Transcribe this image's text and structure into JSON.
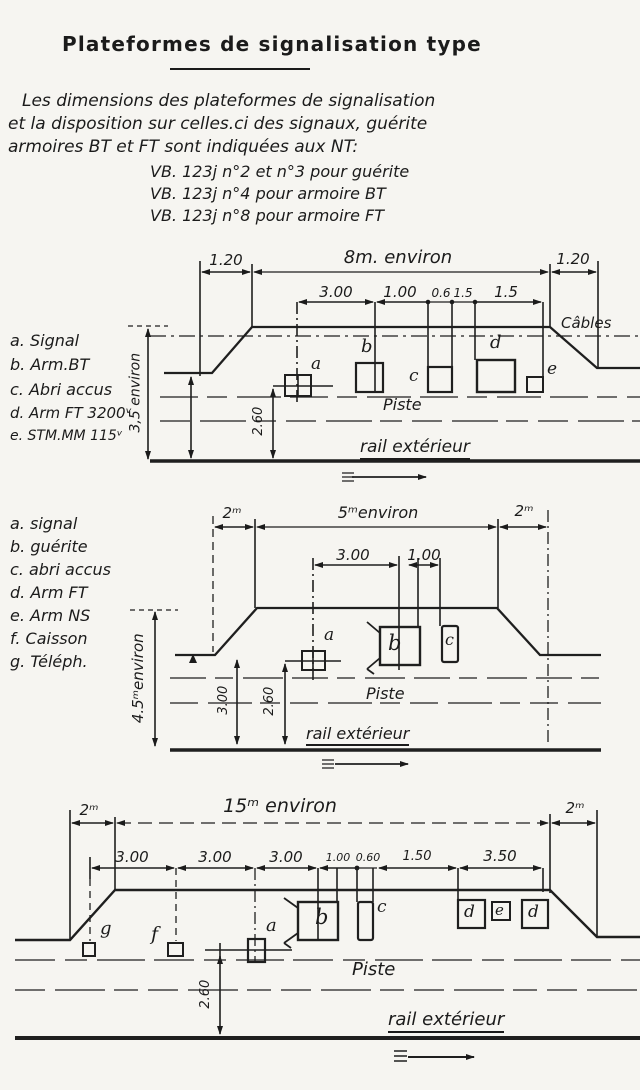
{
  "title": "Plateformes de signalisation type",
  "intro": {
    "line1": "Les dimensions des plateformes de signalisation",
    "line2": "et la disposition sur celles.ci des signaux, guérite",
    "line3": "armoires BT et FT sont indiquées aux NT:",
    "ref1": "VB. 123j n°2 et n°3 pour guérite",
    "ref2": "VB. 123j n°4 pour armoire BT",
    "ref3": "VB. 123j n°8 pour armoire FT"
  },
  "d1": {
    "dim_left_margin": "1.20",
    "dim_width": "8m. environ",
    "dim_right_margin": "1.20",
    "row2": [
      "3.00",
      "1.00",
      "0.6",
      "1.5",
      "1.5"
    ],
    "cables": "Câbles",
    "legend": [
      "a. Signal",
      "b. Arm.BT",
      "c. Abri accus",
      "d. Arm FT 3200ᵛ",
      "e. STM.MM 115ᵛ"
    ],
    "height": "3,5 environ",
    "clearance": "2.60",
    "piste": "Piste",
    "rail": "rail extérieur",
    "boxes": [
      "a",
      "b",
      "c",
      "d",
      "e"
    ]
  },
  "d2": {
    "dim_left_margin": "2ᵐ",
    "dim_width": "5ᵐenviron",
    "dim_right_margin": "2ᵐ",
    "row2": [
      "3.00",
      "1.00"
    ],
    "legend": [
      "a. signal",
      "b. guérite",
      "c. abri accus",
      "d. Arm FT",
      "e. Arm NS",
      "f. Caisson",
      "g. Téléph."
    ],
    "height": "4.5ᵐenviron",
    "v1": "3.00",
    "clearance": "2.60",
    "piste": "Piste",
    "rail": "rail extérieur",
    "boxes": [
      "a",
      "b",
      "c"
    ]
  },
  "d3": {
    "dim_left_margin": "2ᵐ",
    "dim_width": "15ᵐ environ",
    "dim_right_margin": "2ᵐ",
    "row2": [
      "3.00",
      "3.00",
      "3.00",
      "1.00",
      "0.60",
      "1.50",
      "3.50"
    ],
    "clearance": "2.60",
    "piste": "Piste",
    "rail": "rail extérieur",
    "boxes": [
      "g",
      "f",
      "a",
      "b",
      "c",
      "d",
      "e",
      "d"
    ]
  }
}
